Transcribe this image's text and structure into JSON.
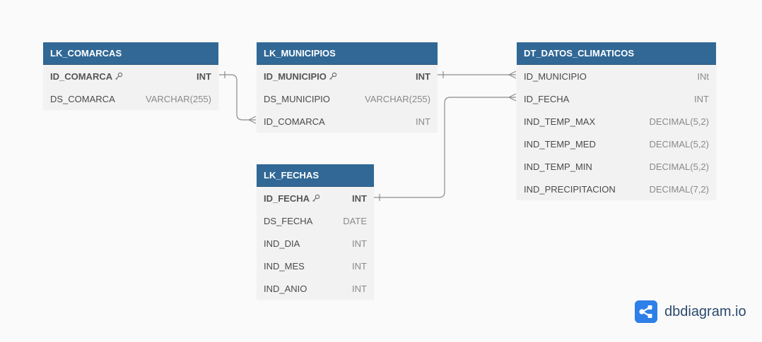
{
  "tables": {
    "comarcas": {
      "title": "LK_COMARCAS",
      "rows": [
        {
          "name": "ID_COMARCA",
          "type": "INT"
        },
        {
          "name": "DS_COMARCA",
          "type": "VARCHAR(255)"
        }
      ]
    },
    "municipios": {
      "title": "LK_MUNICIPIOS",
      "rows": [
        {
          "name": "ID_MUNICIPIO",
          "type": "INT"
        },
        {
          "name": "DS_MUNICIPIO",
          "type": "VARCHAR(255)"
        },
        {
          "name": "ID_COMARCA",
          "type": "INT"
        }
      ]
    },
    "fechas": {
      "title": "LK_FECHAS",
      "rows": [
        {
          "name": "ID_FECHA",
          "type": "INT"
        },
        {
          "name": "DS_FECHA",
          "type": "DATE"
        },
        {
          "name": "IND_DIA",
          "type": "INT"
        },
        {
          "name": "IND_MES",
          "type": "INT"
        },
        {
          "name": "IND_ANIO",
          "type": "INT"
        }
      ]
    },
    "datos": {
      "title": "DT_DATOS_CLIMATICOS",
      "rows": [
        {
          "name": "ID_MUNICIPIO",
          "type": "INt"
        },
        {
          "name": "ID_FECHA",
          "type": "INT"
        },
        {
          "name": "IND_TEMP_MAX",
          "type": "DECIMAL(5,2)"
        },
        {
          "name": "IND_TEMP_MED",
          "type": "DECIMAL(5,2)"
        },
        {
          "name": "IND_TEMP_MIN",
          "type": "DECIMAL(5,2)"
        },
        {
          "name": "IND_PRECIPITACION",
          "type": "DECIMAL(7,2)"
        }
      ]
    }
  },
  "brand": {
    "name": "dbdiagram.io"
  },
  "colors": {
    "header": "#316896",
    "line": "#8c8c8c",
    "logo": "#2f7fe8"
  }
}
